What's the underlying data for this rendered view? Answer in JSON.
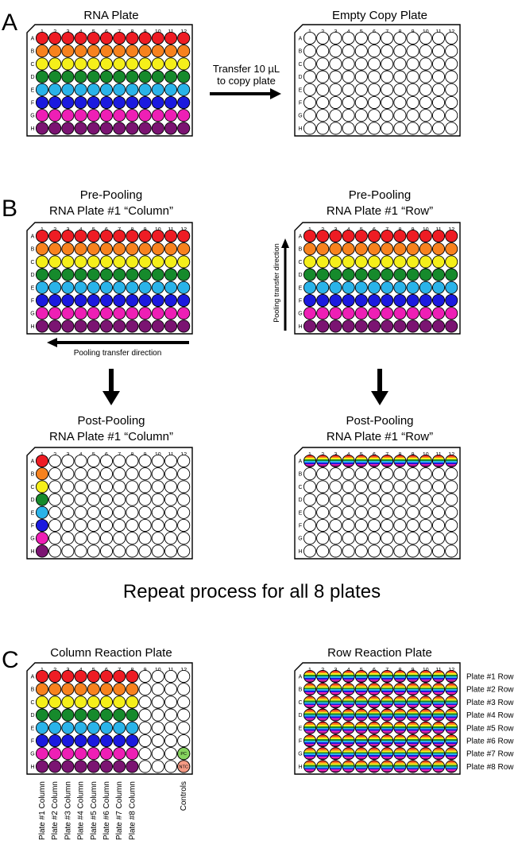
{
  "plate": {
    "columns": [
      "1",
      "2",
      "3",
      "4",
      "5",
      "6",
      "7",
      "8",
      "9",
      "10",
      "11",
      "12"
    ],
    "rows": [
      "A",
      "B",
      "C",
      "D",
      "E",
      "F",
      "G",
      "H"
    ]
  },
  "row_colors": {
    "A": "#ee1c24",
    "B": "#f7821e",
    "C": "#f5ef1a",
    "D": "#168a2c",
    "E": "#2ab3e9",
    "F": "#1b1adf",
    "G": "#ee1fb5",
    "H": "#7b1472"
  },
  "empty_well_color": "#ffffff",
  "pc_color": "#86d35f",
  "ntc_color": "#f49a84",
  "sections": {
    "a": {
      "letter": "A"
    },
    "b": {
      "letter": "B"
    },
    "c": {
      "letter": "C"
    }
  },
  "plates": {
    "rna": {
      "title": "RNA Plate"
    },
    "empty_copy": {
      "title": "Empty Copy Plate"
    },
    "pre_column": {
      "title_line1": "Pre-Pooling",
      "title_line2": "RNA Plate #1 “Column”"
    },
    "pre_row": {
      "title_line1": "Pre-Pooling",
      "title_line2": "RNA Plate #1 “Row”"
    },
    "post_column": {
      "title_line1": "Post-Pooling",
      "title_line2": "RNA Plate #1 “Column”"
    },
    "post_row": {
      "title_line1": "Post-Pooling",
      "title_line2": "RNA Plate #1 “Row”"
    },
    "column_reaction": {
      "title": "Column Reaction Plate",
      "pc_label": "PC",
      "ntc_label": "NTC"
    },
    "row_reaction": {
      "title": "Row Reaction Plate"
    }
  },
  "annotations": {
    "transfer_line1": "Transfer 10 µL",
    "transfer_line2": "to copy plate",
    "pooling_horizontal": "Pooling transfer direction",
    "pooling_vertical": "Pooling transfer direction",
    "repeat": "Repeat process for all 8 plates"
  },
  "column_reaction_labels": [
    "Plate #1 Column",
    "Plate #2 Column",
    "Plate #3 Column",
    "Plate #4 Column",
    "Plate #5 Column",
    "Plate #6 Column",
    "Plate #7 Column",
    "Plate #8 Column"
  ],
  "controls_label": "Controls",
  "row_reaction_labels": [
    "Plate #1 Row",
    "Plate #2 Row",
    "Plate #3 Row",
    "Plate #4 Row",
    "Plate #5 Row",
    "Plate #6 Row",
    "Plate #7 Row",
    "Plate #8 Row"
  ]
}
